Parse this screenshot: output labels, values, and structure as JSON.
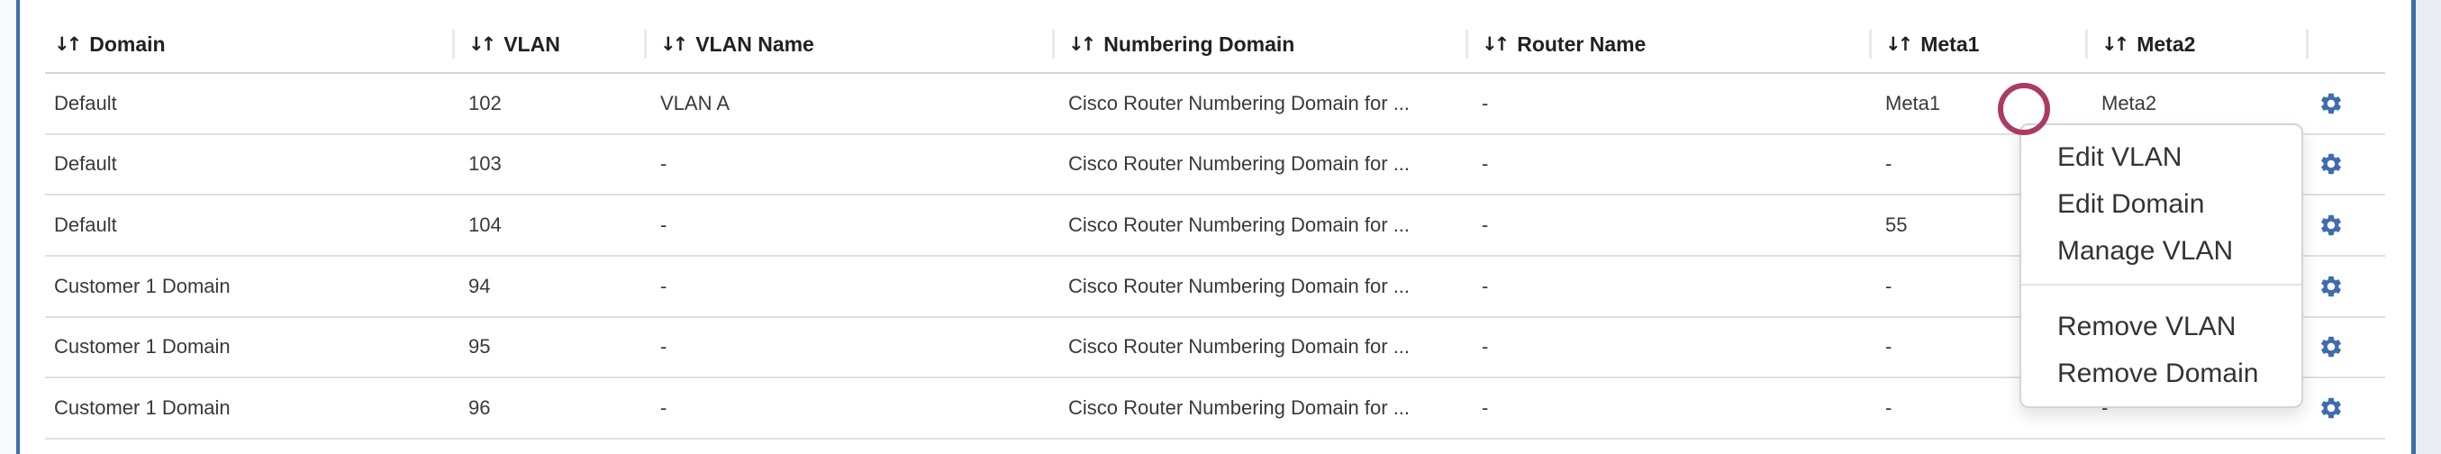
{
  "colors": {
    "panel_border_blue": "#3c70ac",
    "gear_icon_blue": "#3f6cae",
    "annotation_circle": "#aa3b64",
    "right_gutter_bg": "#e9edf1"
  },
  "icons": {
    "sort": "↓↑",
    "gear": "gear-icon"
  },
  "table": {
    "columns": [
      {
        "label": "Domain",
        "sortable": true
      },
      {
        "label": "VLAN",
        "sortable": true
      },
      {
        "label": "VLAN Name",
        "sortable": true
      },
      {
        "label": "Numbering Domain",
        "sortable": true
      },
      {
        "label": "Router Name",
        "sortable": true
      },
      {
        "label": "Meta1",
        "sortable": true
      },
      {
        "label": "Meta2",
        "sortable": true
      },
      {
        "label": "",
        "sortable": false
      }
    ],
    "rows": [
      {
        "domain": "Default",
        "vlan": "102",
        "vlan_name": "VLAN A",
        "numbering_domain": "Cisco Router Numbering Domain for ...",
        "router_name": "-",
        "meta1": "Meta1",
        "meta2": "Meta2"
      },
      {
        "domain": "Default",
        "vlan": "103",
        "vlan_name": "-",
        "numbering_domain": "Cisco Router Numbering Domain for ...",
        "router_name": "-",
        "meta1": "-",
        "meta2": ""
      },
      {
        "domain": "Default",
        "vlan": "104",
        "vlan_name": "-",
        "numbering_domain": "Cisco Router Numbering Domain for ...",
        "router_name": "-",
        "meta1": "55",
        "meta2": ""
      },
      {
        "domain": "Customer 1 Domain",
        "vlan": "94",
        "vlan_name": "-",
        "numbering_domain": "Cisco Router Numbering Domain for ...",
        "router_name": "-",
        "meta1": "-",
        "meta2": ""
      },
      {
        "domain": "Customer 1 Domain",
        "vlan": "95",
        "vlan_name": "-",
        "numbering_domain": "Cisco Router Numbering Domain for ...",
        "router_name": "-",
        "meta1": "-",
        "meta2": ""
      },
      {
        "domain": "Customer 1 Domain",
        "vlan": "96",
        "vlan_name": "-",
        "numbering_domain": "Cisco Router Numbering Domain for ...",
        "router_name": "-",
        "meta1": "-",
        "meta2": "-"
      }
    ]
  },
  "context_menu": {
    "groups": [
      {
        "items": [
          "Edit VLAN",
          "Edit Domain",
          "Manage VLAN"
        ]
      },
      {
        "items": [
          "Remove VLAN",
          "Remove Domain"
        ]
      }
    ]
  }
}
